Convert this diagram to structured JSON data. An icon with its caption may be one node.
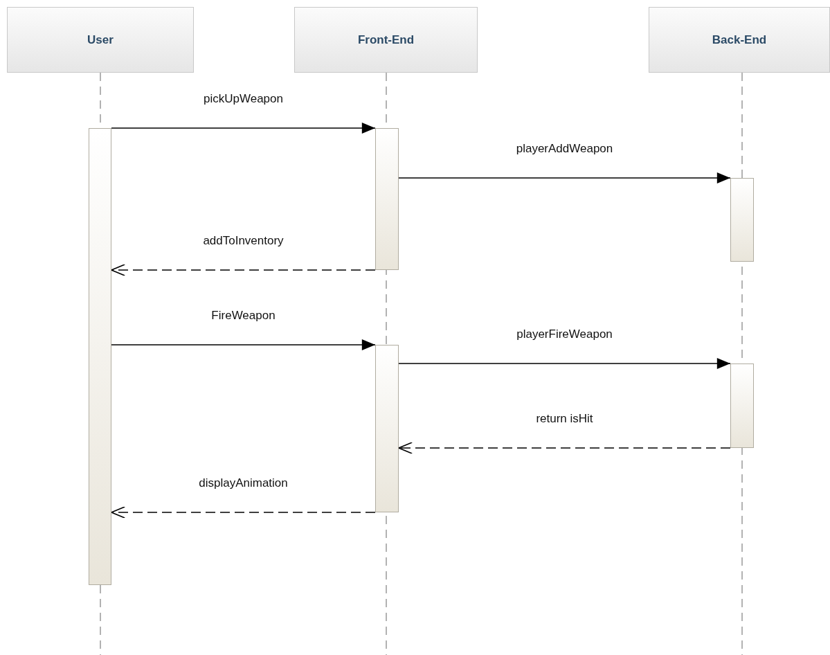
{
  "diagram": {
    "nodes": [
      {
        "text": [
          "User"
        ]
      },
      {
        "text": [
          "Front-End"
        ]
      },
      {
        "text": [
          "Back-End"
        ]
      },
      {
        "text": [],
        "shape": "bar"
      },
      {
        "text": [],
        "shape": "bar"
      },
      {
        "text": [],
        "shape": "bar"
      },
      {
        "text": [],
        "shape": "bar"
      },
      {
        "text": [],
        "shape": "bar"
      }
    ],
    "edges": [
      {
        "from": 3,
        "to": 4,
        "arrow": "to",
        "label": "pickUpWeapon"
      },
      {
        "from": 4,
        "to": 5,
        "arrow": "to",
        "label": "playerAddWeapon"
      },
      {
        "from": 4,
        "to": 3,
        "arrow": "to",
        "label": "addToInventory",
        "style": "dashed"
      },
      {
        "from": 3,
        "to": 6,
        "arrow": "to",
        "label": "FireWeapon"
      },
      {
        "from": 6,
        "to": 7,
        "arrow": "to",
        "label": "playerFireWeapon"
      },
      {
        "from": 7,
        "to": 6,
        "arrow": "to",
        "label": "return isHit",
        "style": "dashed"
      },
      {
        "from": 6,
        "to": 3,
        "arrow": "to",
        "label": "displayAnimation",
        "style": "dashed"
      }
    ]
  }
}
